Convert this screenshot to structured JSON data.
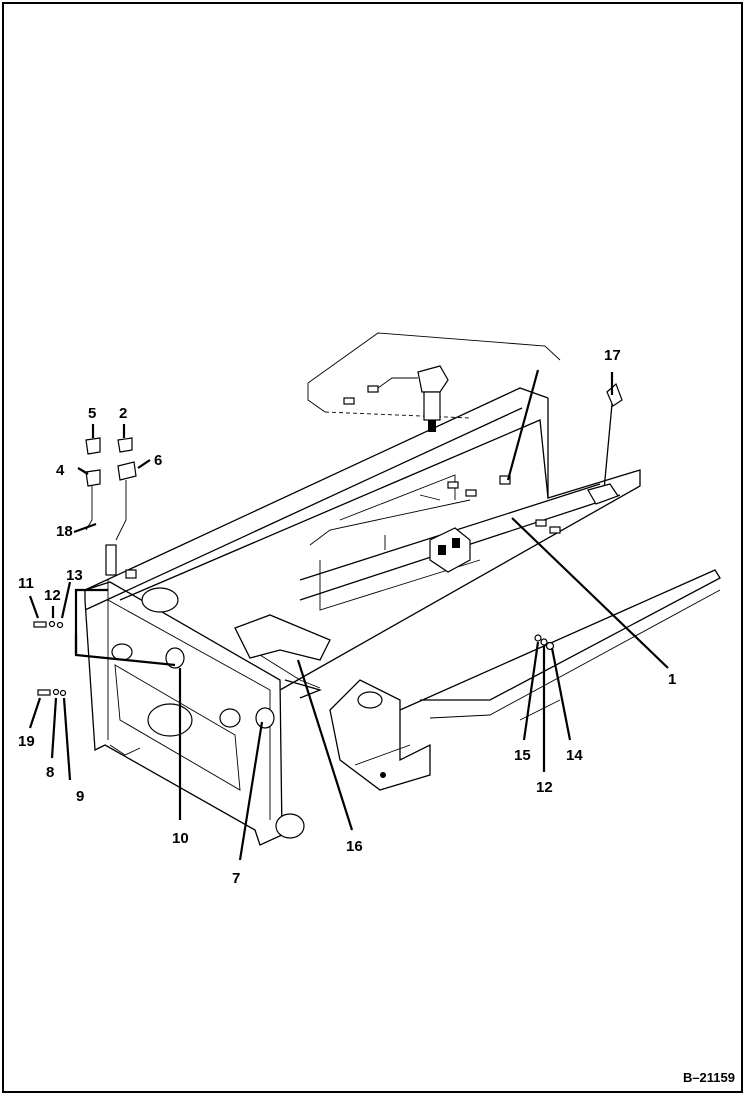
{
  "figure_id": "B–21159",
  "callouts": [
    {
      "id": "c1",
      "label": "1"
    },
    {
      "id": "c2",
      "label": "2"
    },
    {
      "id": "c4",
      "label": "4"
    },
    {
      "id": "c5",
      "label": "5"
    },
    {
      "id": "c6",
      "label": "6"
    },
    {
      "id": "c7",
      "label": "7"
    },
    {
      "id": "c8",
      "label": "8"
    },
    {
      "id": "c9",
      "label": "9"
    },
    {
      "id": "c10",
      "label": "10"
    },
    {
      "id": "c11",
      "label": "11"
    },
    {
      "id": "c12a",
      "label": "12"
    },
    {
      "id": "c12b",
      "label": "12"
    },
    {
      "id": "c13",
      "label": "13"
    },
    {
      "id": "c14",
      "label": "14"
    },
    {
      "id": "c15",
      "label": "15"
    },
    {
      "id": "c16",
      "label": "16"
    },
    {
      "id": "c17",
      "label": "17"
    },
    {
      "id": "c18",
      "label": "18"
    },
    {
      "id": "c19",
      "label": "19"
    }
  ]
}
